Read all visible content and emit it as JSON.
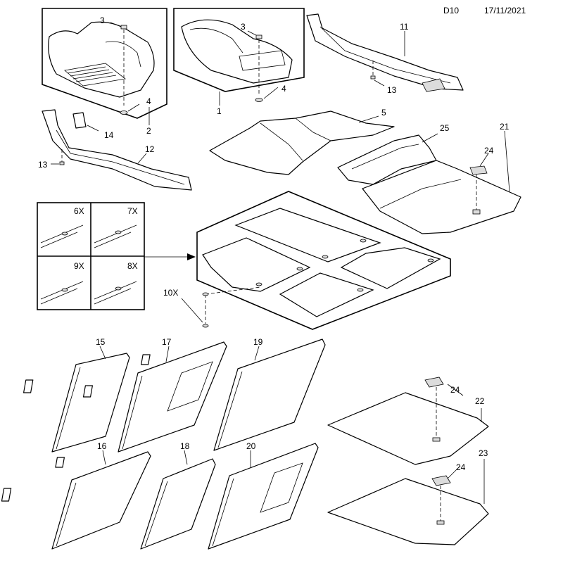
{
  "header": {
    "code": "D10",
    "date": "17/11/2021"
  },
  "callouts": {
    "c1": "1",
    "c2": "2",
    "c3a": "3",
    "c3b": "3",
    "c4a": "4",
    "c4b": "4",
    "c5": "5",
    "c11": "11",
    "c12": "12",
    "c13a": "13",
    "c13b": "13",
    "c14": "14",
    "c21": "21",
    "c24a": "24",
    "c25": "25",
    "c6x": "6X",
    "c7x": "7X",
    "c8x": "8X",
    "c9x": "9X",
    "c10x": "10X",
    "c15": "15",
    "c16": "16",
    "c17": "17",
    "c18": "18",
    "c19": "19",
    "c20": "20",
    "c22": "22",
    "c23": "23",
    "c24b": "24",
    "c24c": "24"
  }
}
